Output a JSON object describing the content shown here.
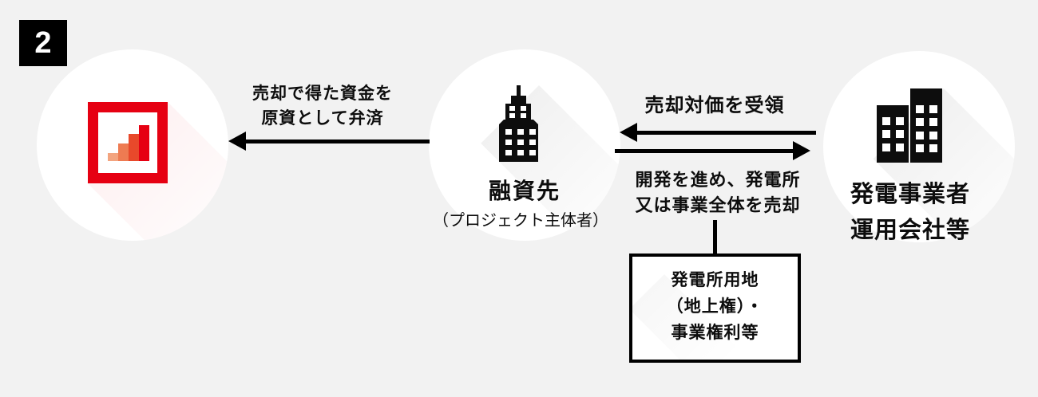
{
  "colors": {
    "background": "#f2f2f2",
    "ink": "#0d0d0d",
    "circle_fill": "#ffffff",
    "logo_red": "#e60012",
    "logo_bar_colors": [
      "#f3a47f",
      "#ee7b52",
      "#e8492b",
      "#e60012"
    ]
  },
  "badge": {
    "label": "2"
  },
  "nodes": {
    "lender": {
      "icon": "bank-logo-bar-chart-icon"
    },
    "borrower": {
      "icon": "office-tower-icon",
      "title": "融資先",
      "subtitle": "（プロジェクト主体者）"
    },
    "operator": {
      "icon": "twin-buildings-icon",
      "title_line1": "発電事業者",
      "title_line2": "運用会社等"
    }
  },
  "flows": {
    "repayment": {
      "direction": "right-to-left",
      "line1": "売却で得た資金を",
      "line2": "原資として弁済"
    },
    "sale_consideration": {
      "direction": "right-to-left",
      "label": "売却対価を受領"
    },
    "development_sale": {
      "direction": "left-to-right",
      "line1": "開発を進め、発電所",
      "line2": "又は事業全体を売却"
    }
  },
  "asset_box": {
    "line1": "発電所用地",
    "line2": "（地上権）・",
    "line3": "事業権利等"
  }
}
